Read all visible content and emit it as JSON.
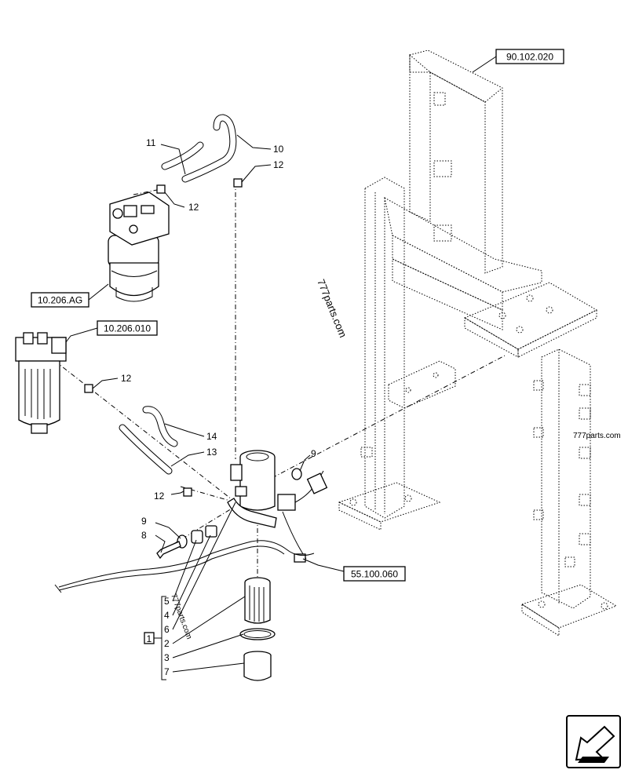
{
  "refs": {
    "r90_102_020": "90.102.020",
    "r10_206_ag": "10.206.AG",
    "r10_206_010": "10.206.010",
    "r55_100_060": "55.100.060"
  },
  "callouts": {
    "c11": "11",
    "c10": "10",
    "c12a": "12",
    "c12b": "12",
    "c12c": "12",
    "c12d": "12",
    "c14": "14",
    "c13": "13",
    "c9a": "9",
    "c9b": "9",
    "c8": "8",
    "c5": "5",
    "c4": "4",
    "c6": "6",
    "c2": "2",
    "c3": "3",
    "c7": "7",
    "kit1": "1"
  },
  "watermarks": {
    "w1": "777parts.com",
    "w2": "777parts.com",
    "w3": "777parts.com"
  },
  "nav": {
    "icon": "arrow-icon"
  }
}
